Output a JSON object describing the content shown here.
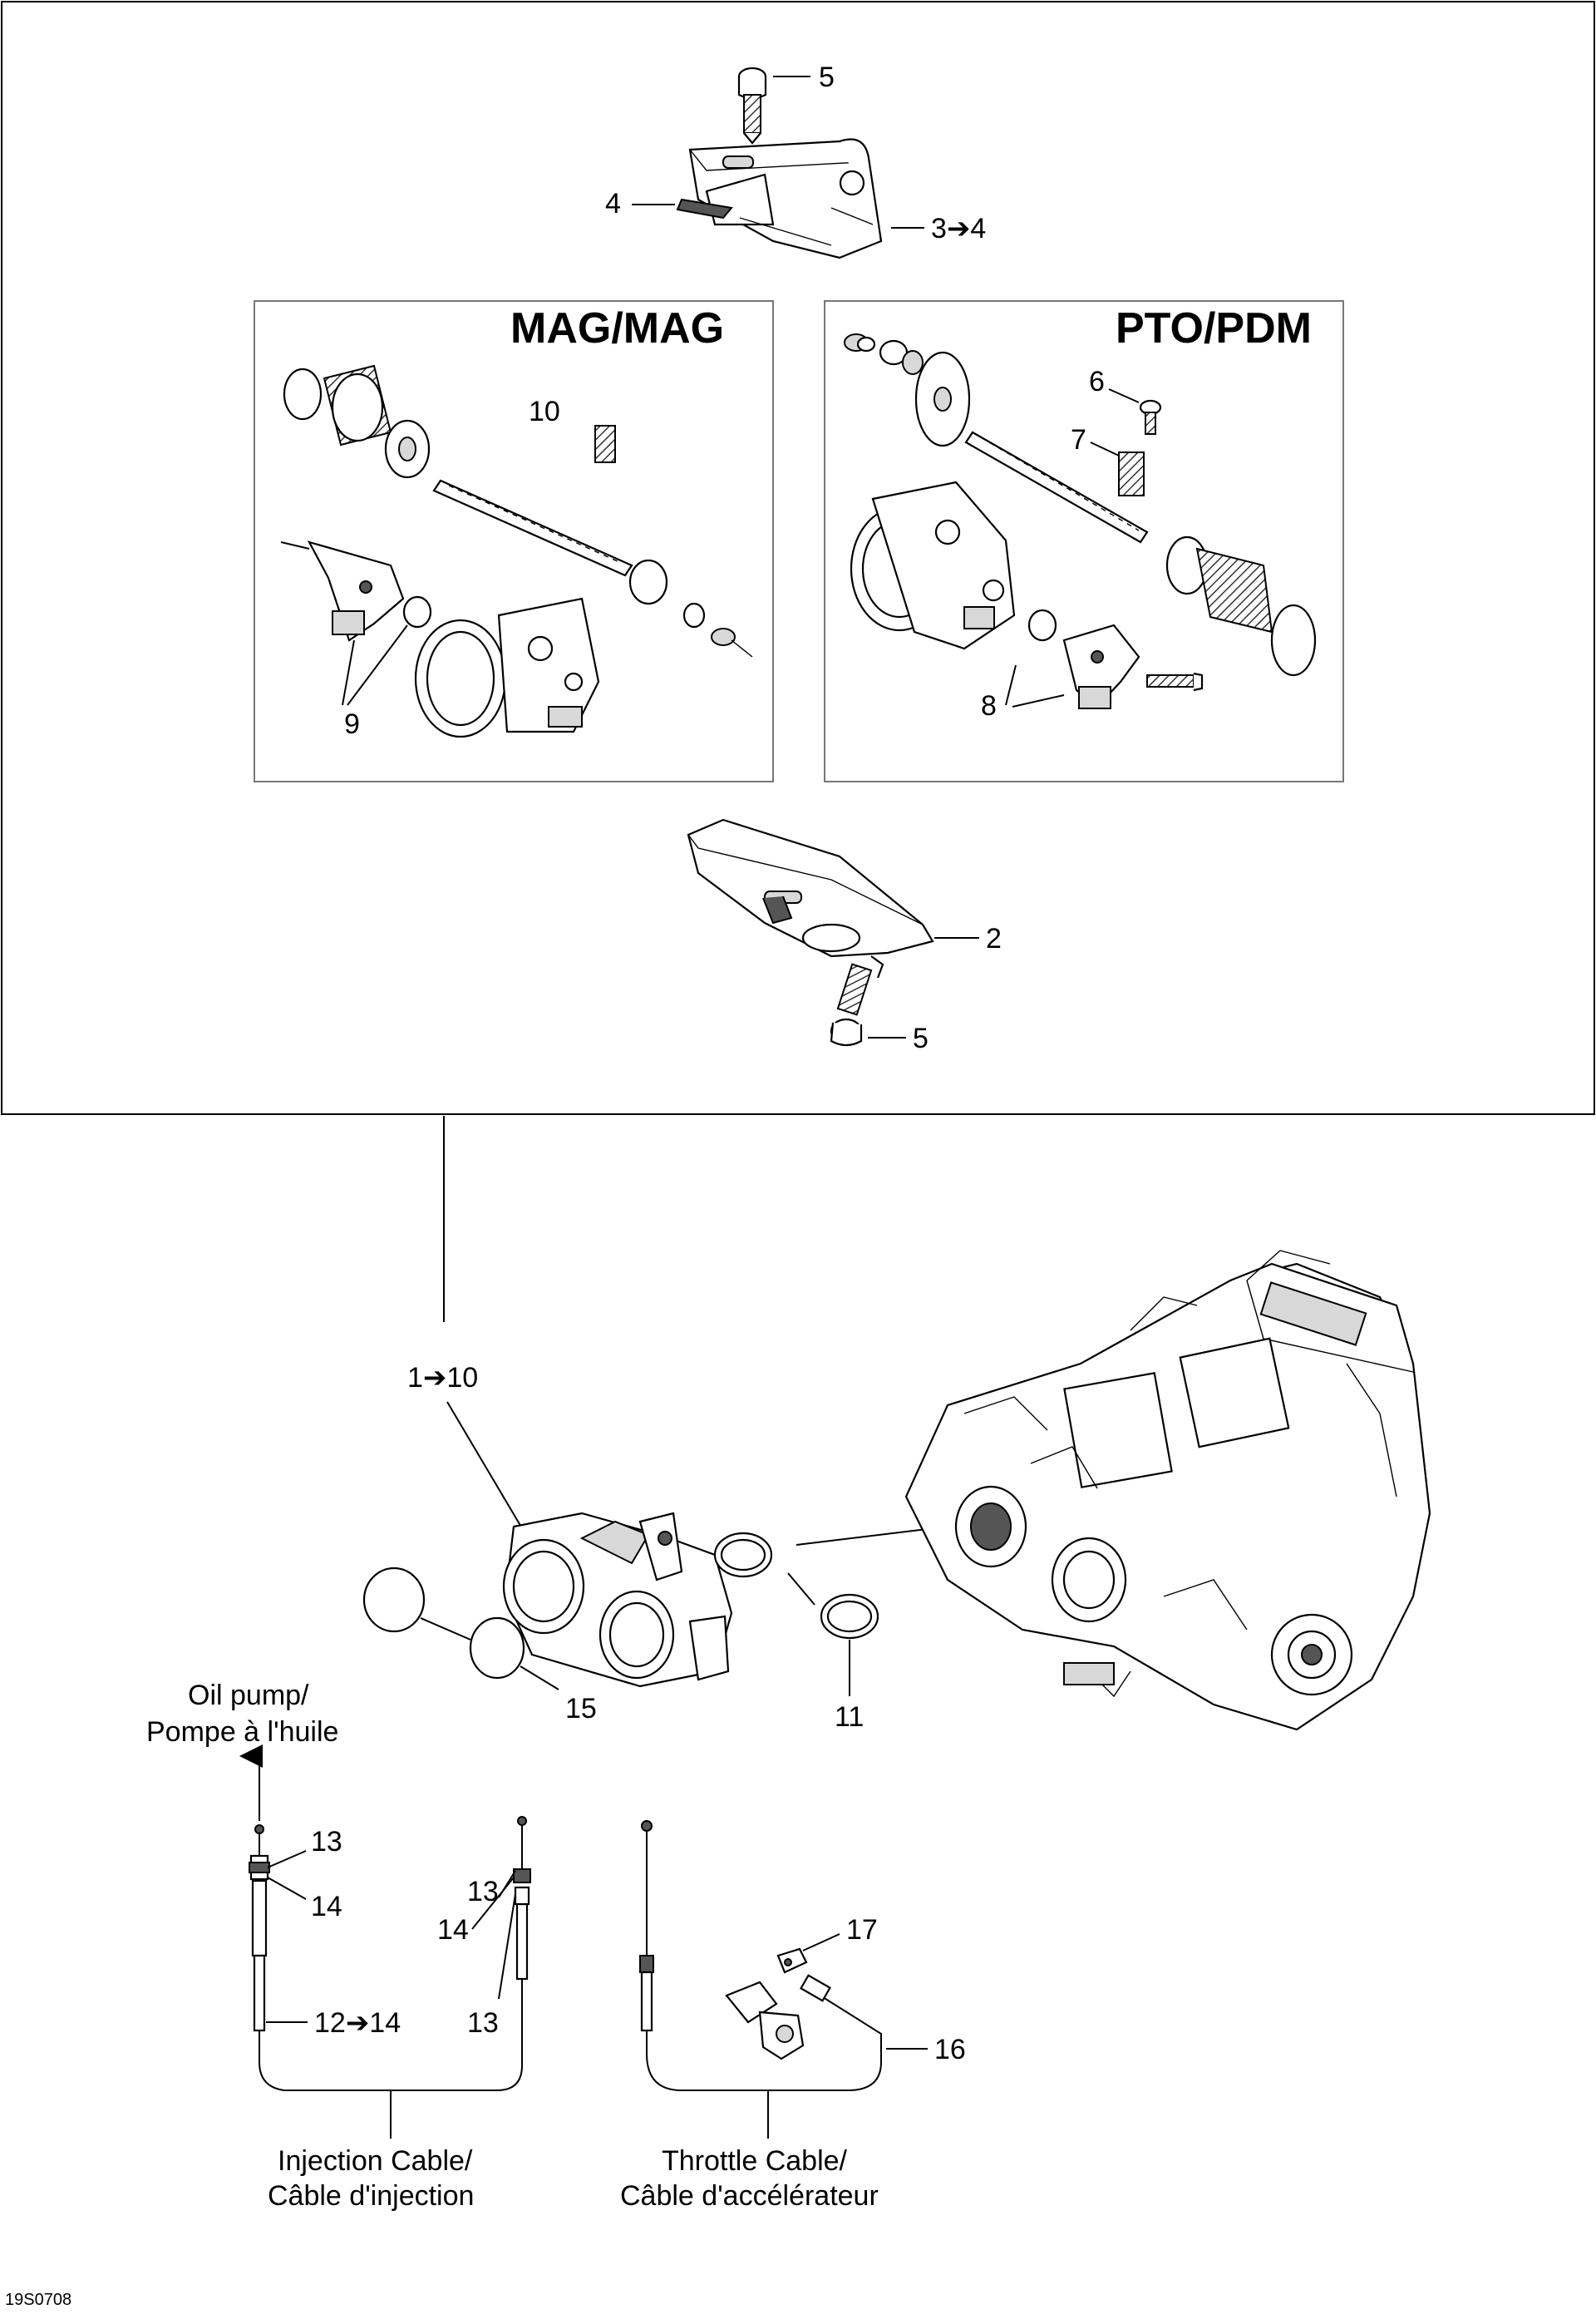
{
  "diagram": {
    "code": "19S0708",
    "panel_titles": {
      "left": "MAG/MAG",
      "right": "PTO/PDM"
    },
    "callouts": {
      "top_screw": "5",
      "bracket_left": "4",
      "bracket_range": "3➔4",
      "spring_mag": "10",
      "screw_pto": "6",
      "spring_pto": "7",
      "sensor_mag": "9",
      "sensor_pto": "8",
      "lower_bracket": "2",
      "bottom_screw": "5",
      "assembly": "1➔10",
      "plugs": "15",
      "clamps": "11",
      "inj_nut_top": "13",
      "inj_nut_bottom": "14",
      "inj_range": "12➔14",
      "inj2_top": "13",
      "inj2_mid": "14",
      "inj2_bottom": "13",
      "throttle_clip": "17",
      "throttle_cable": "16"
    },
    "notes": {
      "oil_pump_en": "Oil pump/",
      "oil_pump_fr": "Pompe à l'huile",
      "injection_en": "Injection Cable/",
      "injection_fr": "Câble d'injection",
      "throttle_en": "Throttle Cable/",
      "throttle_fr": "Câble d'accélérateur"
    }
  }
}
